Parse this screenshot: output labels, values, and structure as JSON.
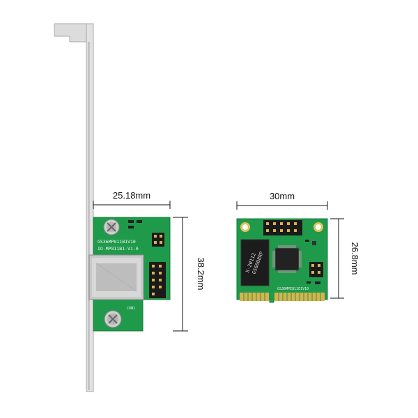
{
  "dimensions": {
    "low_profile_width": "25.18mm",
    "low_profile_height": "38.2mm",
    "mini_width": "30mm",
    "mini_height": "26.8mm"
  },
  "silkscreen": {
    "low_profile_line1": "GS36MP811B1V10",
    "low_profile_line2": "IO-MP811B1-V1.0",
    "low_profile_con": "CON1",
    "mini_bottom": "GS36MPE811E1V10",
    "mini_chip_line1": "X-20112",
    "mini_chip_line2": "GS6008RP"
  },
  "colors": {
    "pcb_green": "#1f9a4a",
    "bracket_silver": "#d9d9d9",
    "gold": "#d9b24c"
  }
}
